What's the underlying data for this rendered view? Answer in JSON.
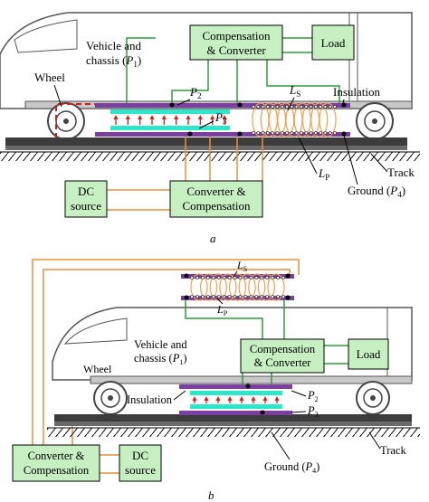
{
  "panel_a": {
    "labels": {
      "vehicle_line1": "Vehicle and",
      "vehicle_line2": "chassis (",
      "vehicle_p": "P",
      "vehicle_sub": "1",
      "vehicle_close": ")",
      "wheel": "Wheel",
      "p2": "P",
      "p2_sub": "2",
      "p3": "P",
      "p3_sub": "3",
      "ls": "L",
      "ls_sub": "S",
      "lp": "L",
      "lp_sub": "P",
      "insulation": "Insulation",
      "track": "Track",
      "ground": "Ground (",
      "ground_p": "P",
      "ground_sub": "4",
      "ground_close": ")",
      "caption": "a"
    },
    "boxes": {
      "comp_conv_line1": "Compensation",
      "comp_conv_line2": "& Converter",
      "load": "Load",
      "dc_line1": "DC",
      "dc_line2": "source",
      "conv_comp_line1": "Converter &",
      "conv_comp_line2": "Compensation"
    }
  },
  "panel_b": {
    "labels": {
      "ls": "L",
      "ls_sub": "S",
      "lp": "L",
      "lp_sub": "P",
      "vehicle_line1": "Vehicle and",
      "vehicle_line2": "chassis (",
      "vehicle_p": "P",
      "vehicle_sub": "1",
      "vehicle_close": ")",
      "wheel": "Wheel",
      "insulation": "Insulation",
      "p2": "P",
      "p2_sub": "2",
      "p3": "P",
      "p3_sub": "3",
      "track": "Track",
      "ground": "Ground (",
      "ground_p": "P",
      "ground_sub": "4",
      "ground_close": ")",
      "caption": "b"
    },
    "boxes": {
      "comp_conv_line1": "Compensation",
      "comp_conv_line2": "& Converter",
      "load": "Load",
      "conv_comp_line1": "Converter &",
      "conv_comp_line2": "Compensation",
      "dc_line1": "DC",
      "dc_line2": "source"
    }
  },
  "colors": {
    "box_fill": "#c6efc2",
    "wire_green": "#2e9e3a",
    "wire_orange": "#e8913c",
    "plate_purple": "#7a3fa0",
    "plate_cyan": "#2ee6c8",
    "field_red": "#d81c1c",
    "coil_orange": "#f0a050",
    "rail_dark": "#3c3c3c"
  }
}
